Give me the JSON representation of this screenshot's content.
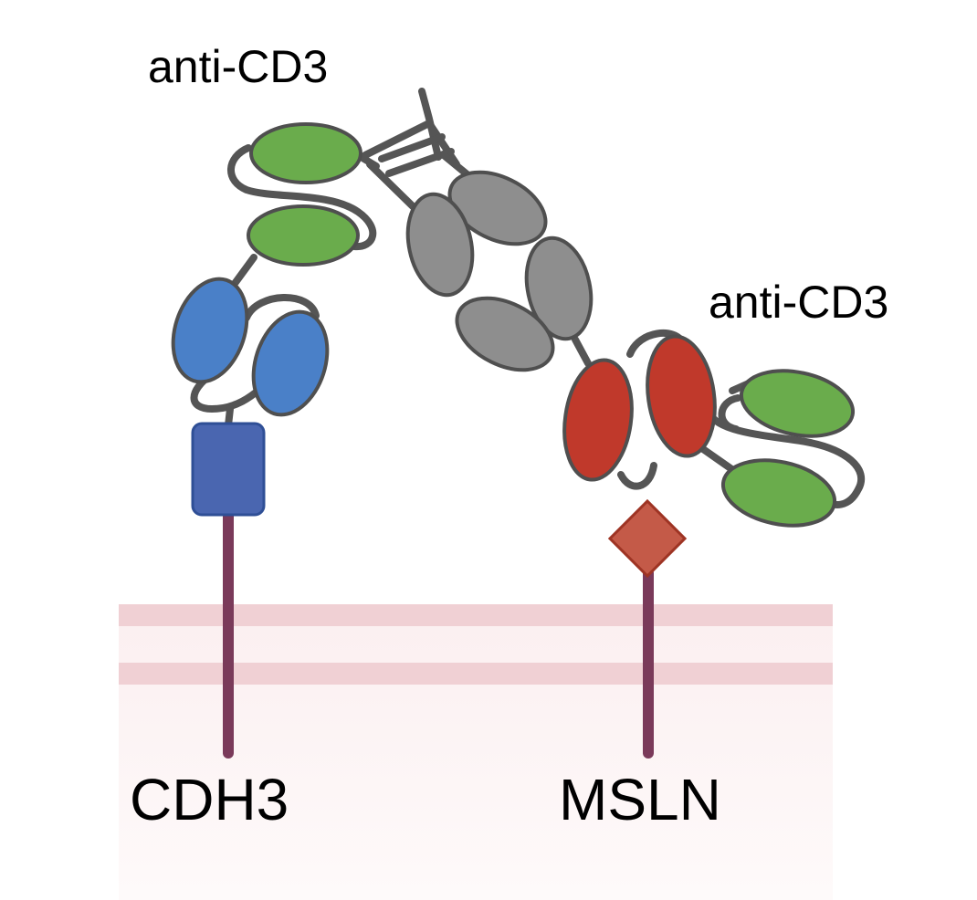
{
  "labels": {
    "anti_cd3_left": "anti-CD3",
    "anti_cd3_right": "anti-CD3",
    "cdh3": "CDH3",
    "msln": "MSLN"
  },
  "colors": {
    "anti_cd3_domain": "#6aac4c",
    "cdh3_binder_domain": "#4a80c8",
    "msln_binder_domain": "#c0392b",
    "fc_domain": "#8e8e8e",
    "cdh3_receptor": "#4a66b0",
    "msln_receptor": "#c45a48",
    "membrane_band": "#f0d0d4",
    "membrane_fill": "#fdf3f4",
    "stalk": "#7a3a5a"
  }
}
